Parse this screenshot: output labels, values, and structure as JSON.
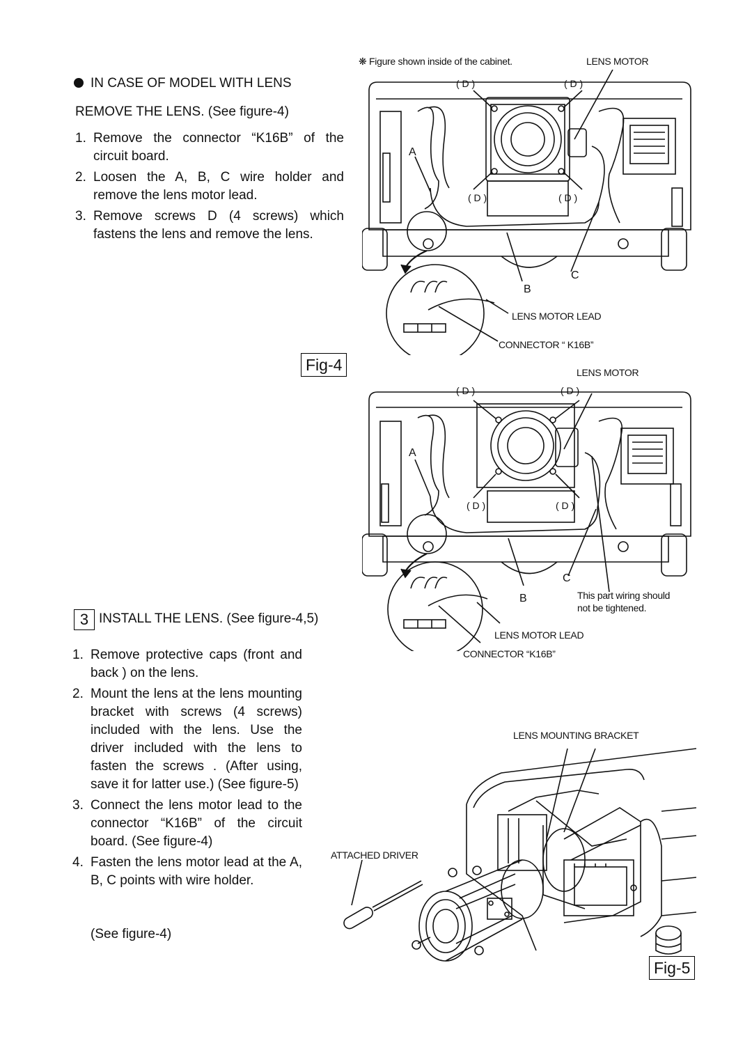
{
  "remove_section": {
    "bullet_heading": "IN CASE OF MODEL WITH LENS",
    "subheading": "REMOVE THE LENS. (See figure-4)",
    "steps": [
      {
        "num": "1.",
        "text": "Remove the connector “K16B” of the circuit board."
      },
      {
        "num": "2.",
        "text": "Loosen the A, B, C wire holder and remove the lens motor lead."
      },
      {
        "num": "3.",
        "text": "Remove screws D (4 screws) which fastens the lens and remove the lens."
      }
    ]
  },
  "install_section": {
    "step_number": "3",
    "heading": "INSTALL THE LENS. (See figure-4,5)",
    "steps": [
      {
        "num": "1.",
        "text": "Remove protective caps (front and back ) on the lens."
      },
      {
        "num": "2.",
        "text": "Mount the lens at the lens mounting bracket with screws (4 screws) included with the lens. Use the driver included with the lens to fasten the screws . (After using, save it for latter use.) (See figure-5)"
      },
      {
        "num": "3.",
        "text": "Connect the lens motor lead to the connector “K16B” of the circuit board. (See figure-4)"
      },
      {
        "num": "4.",
        "text": "Fasten the lens motor lead at the A, B, C points with wire holder."
      }
    ],
    "trailing_note": "(See figure-4)"
  },
  "fig4": {
    "caption": "Fig-4",
    "note": "❋ Figure shown inside of the cabinet.",
    "lens_motor": "LENS MOTOR",
    "d": "( D )",
    "a": "A",
    "b": "B",
    "c": "C",
    "lens_motor_lead": "LENS MOTOR LEAD",
    "connector": "CONNECTOR “ K16B”"
  },
  "fig4b": {
    "lens_motor": "LENS MOTOR",
    "d": "( D )",
    "a": "A",
    "b": "B",
    "c": "C",
    "wiring_note_1": "This part wiring should",
    "wiring_note_2": "not be tightened.",
    "lens_motor_lead": "LENS MOTOR LEAD",
    "connector": "CONNECTOR “K16B”"
  },
  "fig5": {
    "caption": "Fig-5",
    "lens_mounting_bracket": "LENS MOUNTING BRACKET",
    "attached_driver": "ATTACHED DRIVER"
  }
}
